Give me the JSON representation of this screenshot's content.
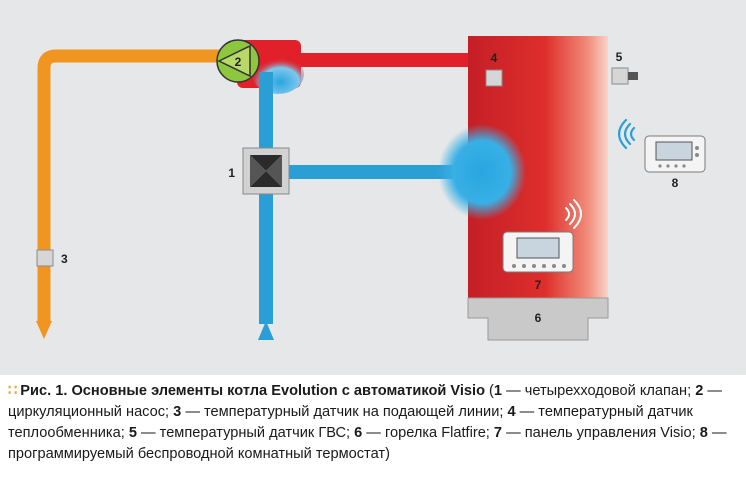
{
  "colors": {
    "background": "#e6e7e8",
    "hot_pipe": "#e2202a",
    "cold_pipe": "#2a9fd6",
    "supply_pipe": "#f0951f",
    "boiler_red": "#d9262c",
    "burner_grey": "#c9c9c9",
    "accent": "#f0a030"
  },
  "labels": {
    "valve": "1",
    "pump": "2",
    "supply_sensor": "3",
    "exchanger_sensor": "4",
    "dhw_sensor": "5",
    "burner": "6",
    "control_panel": "7",
    "thermostat": "8"
  },
  "icons": {
    "four_way_valve": "valve-icon",
    "pump": "pump-icon",
    "wireless": "wifi-icon",
    "flow_down": "arrow-down-icon",
    "flow_up": "arrow-up-icon"
  },
  "caption": {
    "lead": "Рис. 1. Основные элементы котла Evolution с автоматикой Visio",
    "items": [
      {
        "n": "1",
        "text": " — четырехходовой клапан; "
      },
      {
        "n": "2",
        "text": " — циркуляционный насос; "
      },
      {
        "n": "3",
        "text": " — температурный датчик на подающей линии; "
      },
      {
        "n": "4",
        "text": " — температурный датчик теплообменника; "
      },
      {
        "n": "5",
        "text": " — температурный датчик ГВС; "
      },
      {
        "n": "6",
        "text": " — горелка Flatfire; "
      },
      {
        "n": "7",
        "text": " — панель управления Visio; "
      },
      {
        "n": "8",
        "text": " — программируемый беспроводной комнатный термостат"
      }
    ]
  }
}
